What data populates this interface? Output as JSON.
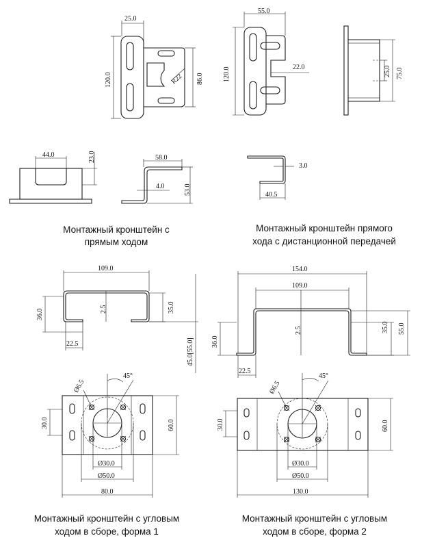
{
  "captions": {
    "c1_line1": "Монтажный кронштейн с",
    "c1_line2": "прямым ходом",
    "c2_line1": "Монтажный кронштейн прямого",
    "c2_line2": "хода с дистанционной передачей",
    "c3_line1": "Монтажный кронштейн с угловым",
    "c3_line2": "ходом в сборе, форма 1",
    "c4_line1": "Монтажный кронштейн с угловым",
    "c4_line2": "ходом в сборе, форма 2"
  },
  "dims": {
    "d1": {
      "w25": "25.0",
      "h120": "120.0",
      "h86": "86.0",
      "r22": "R22",
      "w44": "44.0",
      "h23": "23.0",
      "w58": "58.0",
      "t4": "4.0",
      "h53": "53.0"
    },
    "d2": {
      "w55": "55.0",
      "h120": "120.0",
      "w22": "22.0",
      "h25": "25.0",
      "h75": "75.0",
      "t3": "3.0",
      "w40_5": "40.5"
    },
    "d3": {
      "w109": "109.0",
      "h36": "36.0",
      "t2_5": "2.5",
      "h35": "35.0",
      "h45": "45.0[55.0]",
      "w22_5": "22.5",
      "dia6_5": "Ø6.5",
      "a45": "45°",
      "h30": "30.0",
      "h60": "60.0",
      "dia30": "Ø30.0",
      "dia50": "Ø50.0",
      "w80": "80.0"
    },
    "d4": {
      "w154": "154.0",
      "w109": "109.0",
      "h36": "36.0",
      "t2_5": "2.5",
      "h35": "35.0",
      "h55": "55.0",
      "w22_5": "22.5",
      "dia6_5": "Ø6.5",
      "a45": "45°",
      "h30": "30.0",
      "h60": "60.0",
      "dia30": "Ø30.0",
      "dia50": "Ø50.0",
      "w130": "130.0"
    }
  }
}
